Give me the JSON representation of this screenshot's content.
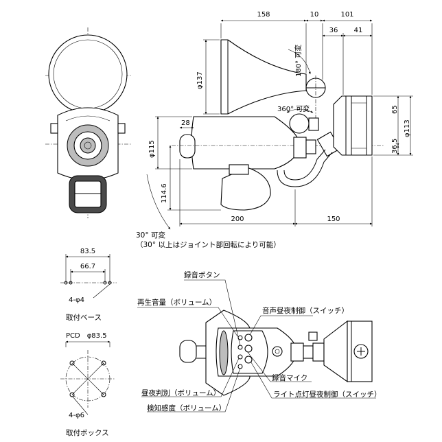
{
  "dimensions": {
    "top_158": "158",
    "top_10": "10",
    "top_101": "101",
    "top_36": "36",
    "top_41": "41",
    "rot_180": "180° 可変",
    "phi137": "φ137",
    "rot_360": "360° 可変",
    "d28": "28",
    "phi115": "φ115",
    "d114_6": "114.6",
    "d65": "65",
    "phi113": "φ113",
    "d36_5": "36.5",
    "d200": "200",
    "d150": "150",
    "d83_5": "83.5",
    "d66_7": "66.7",
    "hole_4phi4": "4-φ4",
    "pcd": "PCD　φ83.5",
    "hole_4phi6": "4-φ6"
  },
  "notes": {
    "tilt_30": "30° 可変",
    "tilt_30_note": "（30° 以上はジョイント部回転により可能）"
  },
  "captions": {
    "base": "取付ベース",
    "box": "取付ボックス"
  },
  "callouts": {
    "record_button": "録音ボタン",
    "play_volume": "再生音量（ボリューム）",
    "voice_switch": "音声昼夜制御（スイッチ）",
    "record_mic": "録音マイク",
    "daynight_volume": "昼夜判別（ボリューム）",
    "light_switch": "ライト点灯昼夜制御（スイッチ）",
    "sensor_volume": "検知感度（ボリューム）"
  }
}
